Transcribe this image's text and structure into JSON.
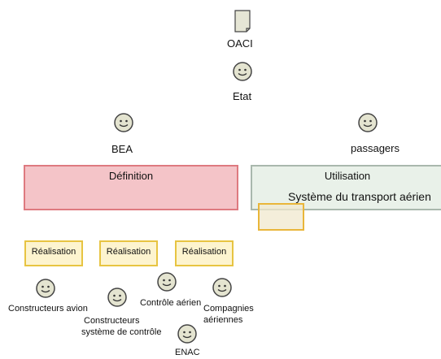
{
  "actors": {
    "oaci": "OACI",
    "etat": "Etat",
    "bea": "BEA",
    "passagers": "passagers",
    "constructeurs_avion": "Constructeurs avion",
    "constructeurs_systeme_line1": "Constructeurs",
    "constructeurs_systeme_line2": "système de contrôle",
    "controle_aerien": "Contrôle aérien",
    "compagnies_line1": "Compagnies",
    "compagnies_line2": "aériennes",
    "enac": "ENAC"
  },
  "boxes": {
    "definition": "Définition",
    "utilisation": "Utilisation",
    "systeme": "Système du transport aérien",
    "realisation": [
      "Réalisation",
      "Réalisation",
      "Réalisation"
    ]
  },
  "icons": {
    "document": "document-icon",
    "actor": "smiley-actor-icon"
  },
  "colors": {
    "definition_fill": "#f4c4c8",
    "definition_border": "#de7a80",
    "utilisation_fill": "#e9f1e9",
    "utilisation_border": "#a9b8ad",
    "realisation_fill": "#fdf4cf",
    "realisation_border": "#e7c442",
    "actor_face": "#e4e4d0"
  }
}
